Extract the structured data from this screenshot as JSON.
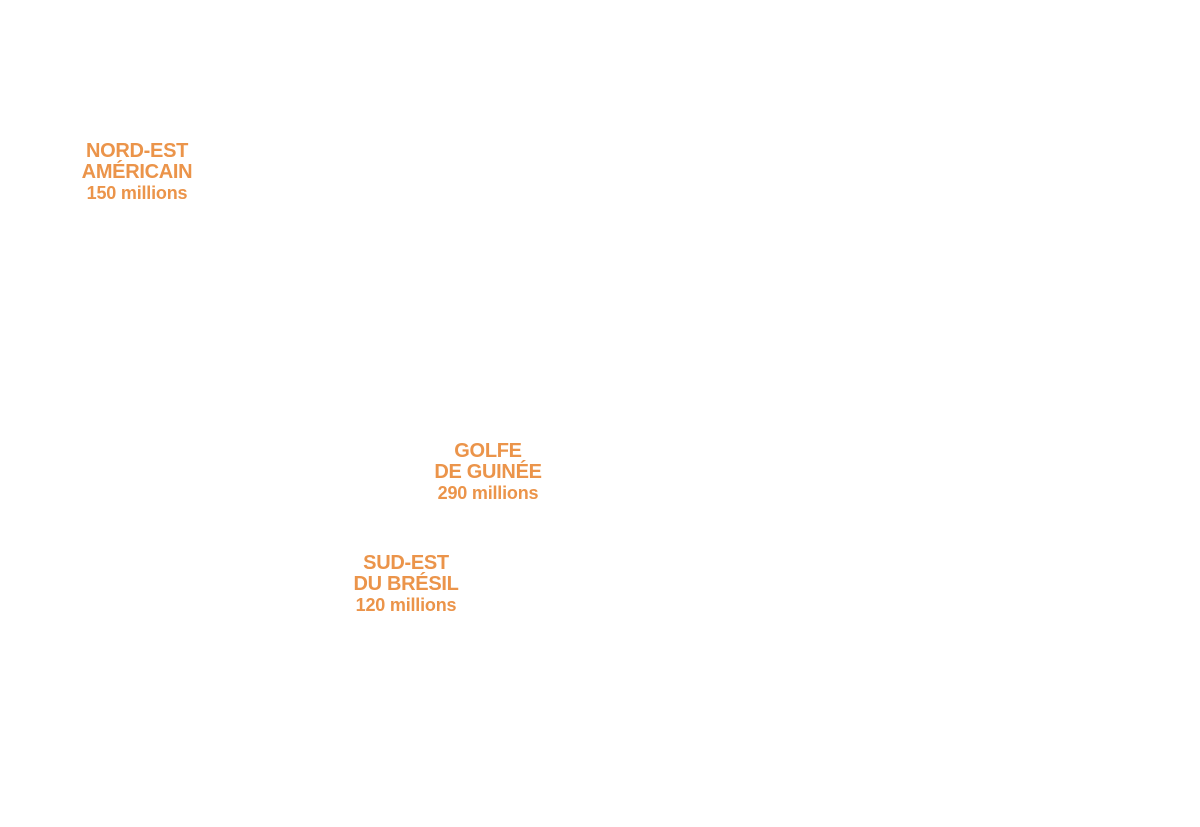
{
  "style": {
    "label_color": "#EB944A",
    "background": "#FFFFFF"
  },
  "regions": [
    {
      "id": "nord-est",
      "name_lines": [
        "NORD-EST",
        "AMÉRICAIN"
      ],
      "population": "150 millions"
    },
    {
      "id": "golfe",
      "name_lines": [
        "GOLFE",
        "DE GUINÉE"
      ],
      "population": "290 millions"
    },
    {
      "id": "sud-est",
      "name_lines": [
        "SUD-EST",
        "DU BRÉSIL"
      ],
      "population": "120 millions"
    }
  ]
}
